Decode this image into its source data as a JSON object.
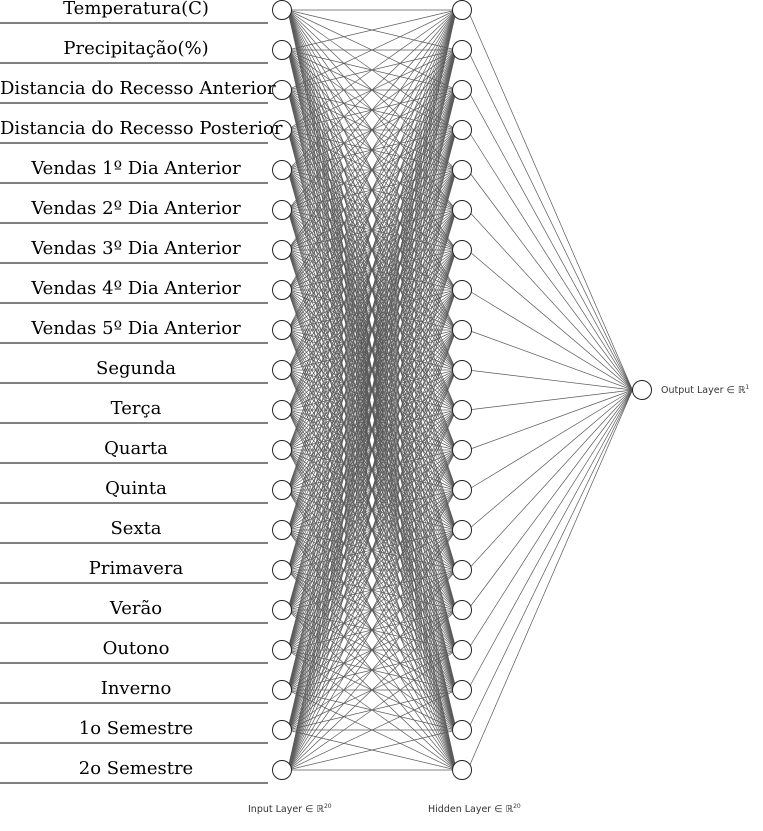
{
  "diagram": {
    "input_features": [
      "Temperatura(C)",
      "Precipitação(%)",
      "Distancia do Recesso Anterior",
      "Distancia do Recesso Posterior",
      "Vendas 1º Dia Anterior",
      "Vendas 2º Dia Anterior",
      "Vendas 3º Dia Anterior",
      "Vendas 4º Dia Anterior",
      "Vendas 5º Dia Anterior",
      "Segunda",
      "Terça",
      "Quarta",
      "Quinta",
      "Sexta",
      "Primavera",
      "Verão",
      "Outono",
      "Inverno",
      "1o Semestre",
      "2o Semestre"
    ],
    "layers": {
      "input": {
        "caption": "Input Layer ∈ ℝ",
        "dimension": "20",
        "neurons": 20
      },
      "hidden": {
        "caption": "Hidden Layer ∈ ℝ",
        "dimension": "20",
        "neurons": 20
      },
      "output": {
        "caption": "Output Layer ∈ ℝ",
        "dimension": "1",
        "neurons": 1
      }
    },
    "colors": {
      "edge": "#5a5a5a",
      "node_stroke": "#222222",
      "node_fill": "#ffffff",
      "separator": "#000000"
    }
  }
}
